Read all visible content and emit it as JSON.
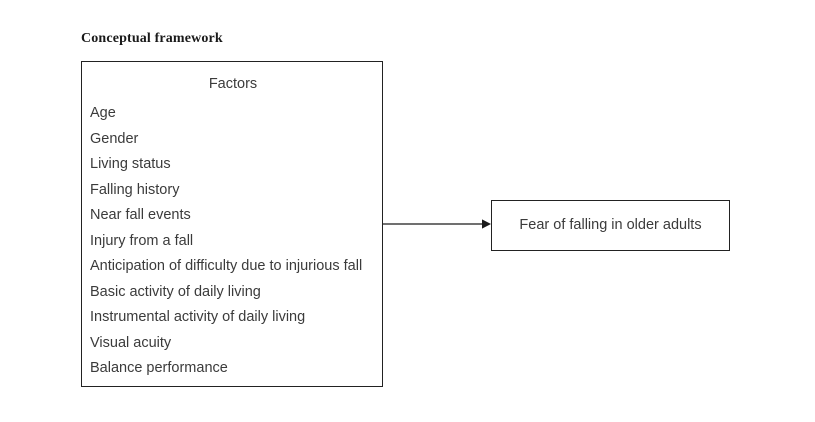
{
  "figure": {
    "title": "Conceptual framework",
    "background_color": "#ffffff",
    "border_color": "#222222",
    "text_color": "#3b3b3b",
    "title_color": "#1a1a1a"
  },
  "factors_box": {
    "heading": "Factors",
    "items": [
      "Age",
      "Gender",
      "Living status",
      "Falling history",
      "Near fall events",
      "Injury from a fall",
      "Anticipation of difficulty due to injurious fall",
      "Basic activity of daily living",
      "Instrumental activity of daily living",
      "Visual acuity",
      "Balance performance"
    ]
  },
  "outcome_box": {
    "label": "Fear of falling in older adults"
  },
  "connector": {
    "icon": "arrow-right-icon",
    "direction": "left-to-right"
  }
}
